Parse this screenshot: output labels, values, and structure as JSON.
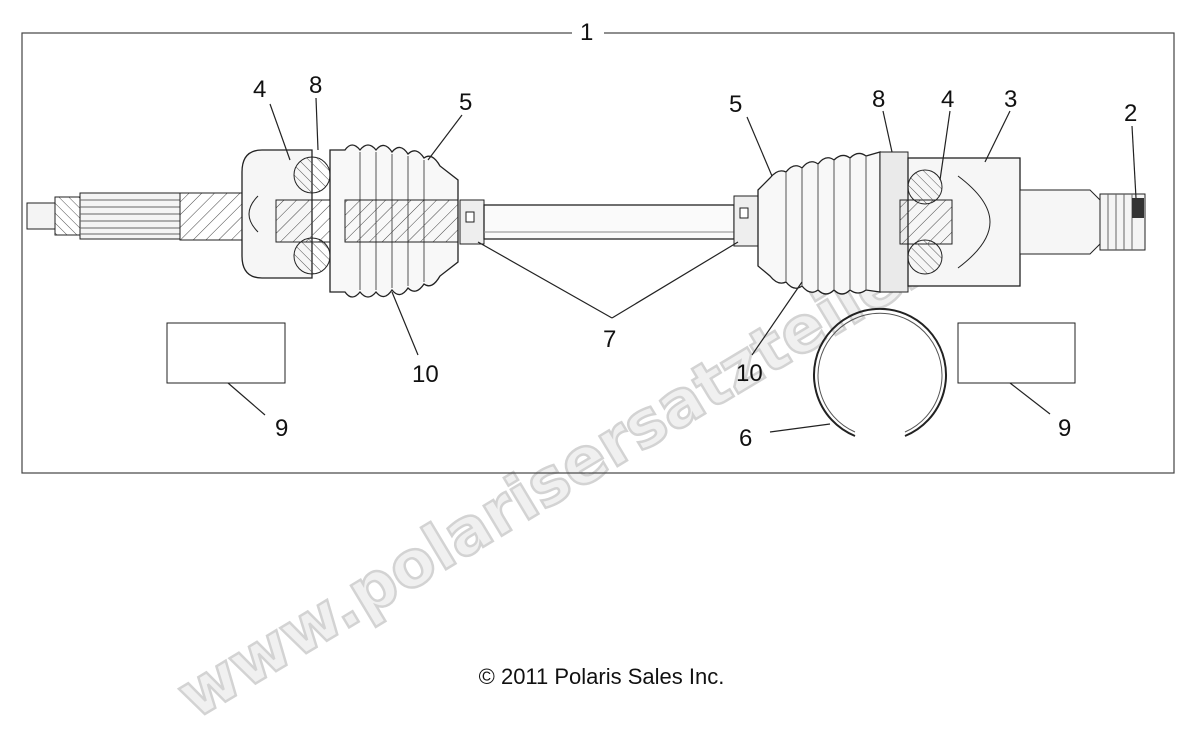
{
  "diagram": {
    "watermark": "www.polarisersatzteile.de",
    "copyright": "© 2011 Polaris Sales Inc.",
    "callouts": {
      "c1": "1",
      "c2": "2",
      "c3": "3",
      "c4_left": "4",
      "c4_right": "4",
      "c5_left": "5",
      "c5_right": "5",
      "c6": "6",
      "c7": "7",
      "c8_left": "8",
      "c8_right": "8",
      "c9_left": "9",
      "c9_right": "9",
      "c10_left": "10",
      "c10_right": "10"
    }
  }
}
